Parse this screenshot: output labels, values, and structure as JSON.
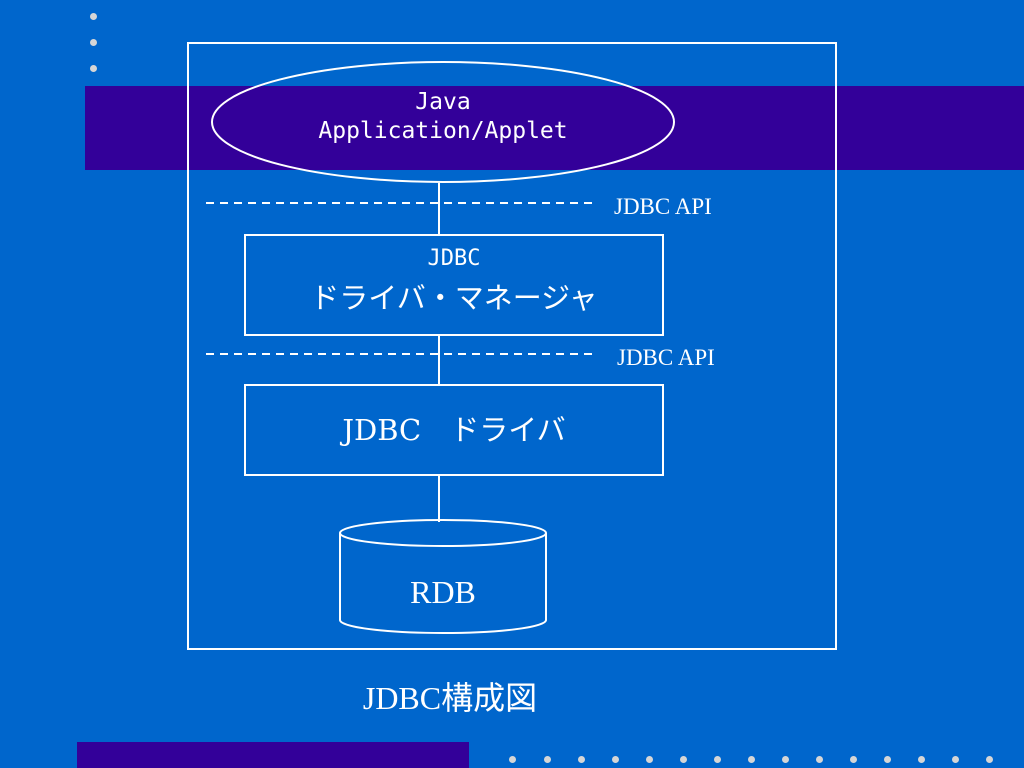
{
  "diagram": {
    "app_label_line1": "Java",
    "app_label_line2": "Application/Applet",
    "manager_label_line1": "JDBC",
    "manager_label_line2": "ドライバ・マネージャ",
    "driver_label": "JDBC　ドライバ",
    "database_label": "RDB",
    "api_label_upper": "JDBC API",
    "api_label_lower": "JDBC API"
  },
  "caption": "JDBC構成図",
  "colors": {
    "background": "#0066cc",
    "band": "#330099",
    "line": "#ffffff",
    "dot": "#d6d6d6"
  }
}
